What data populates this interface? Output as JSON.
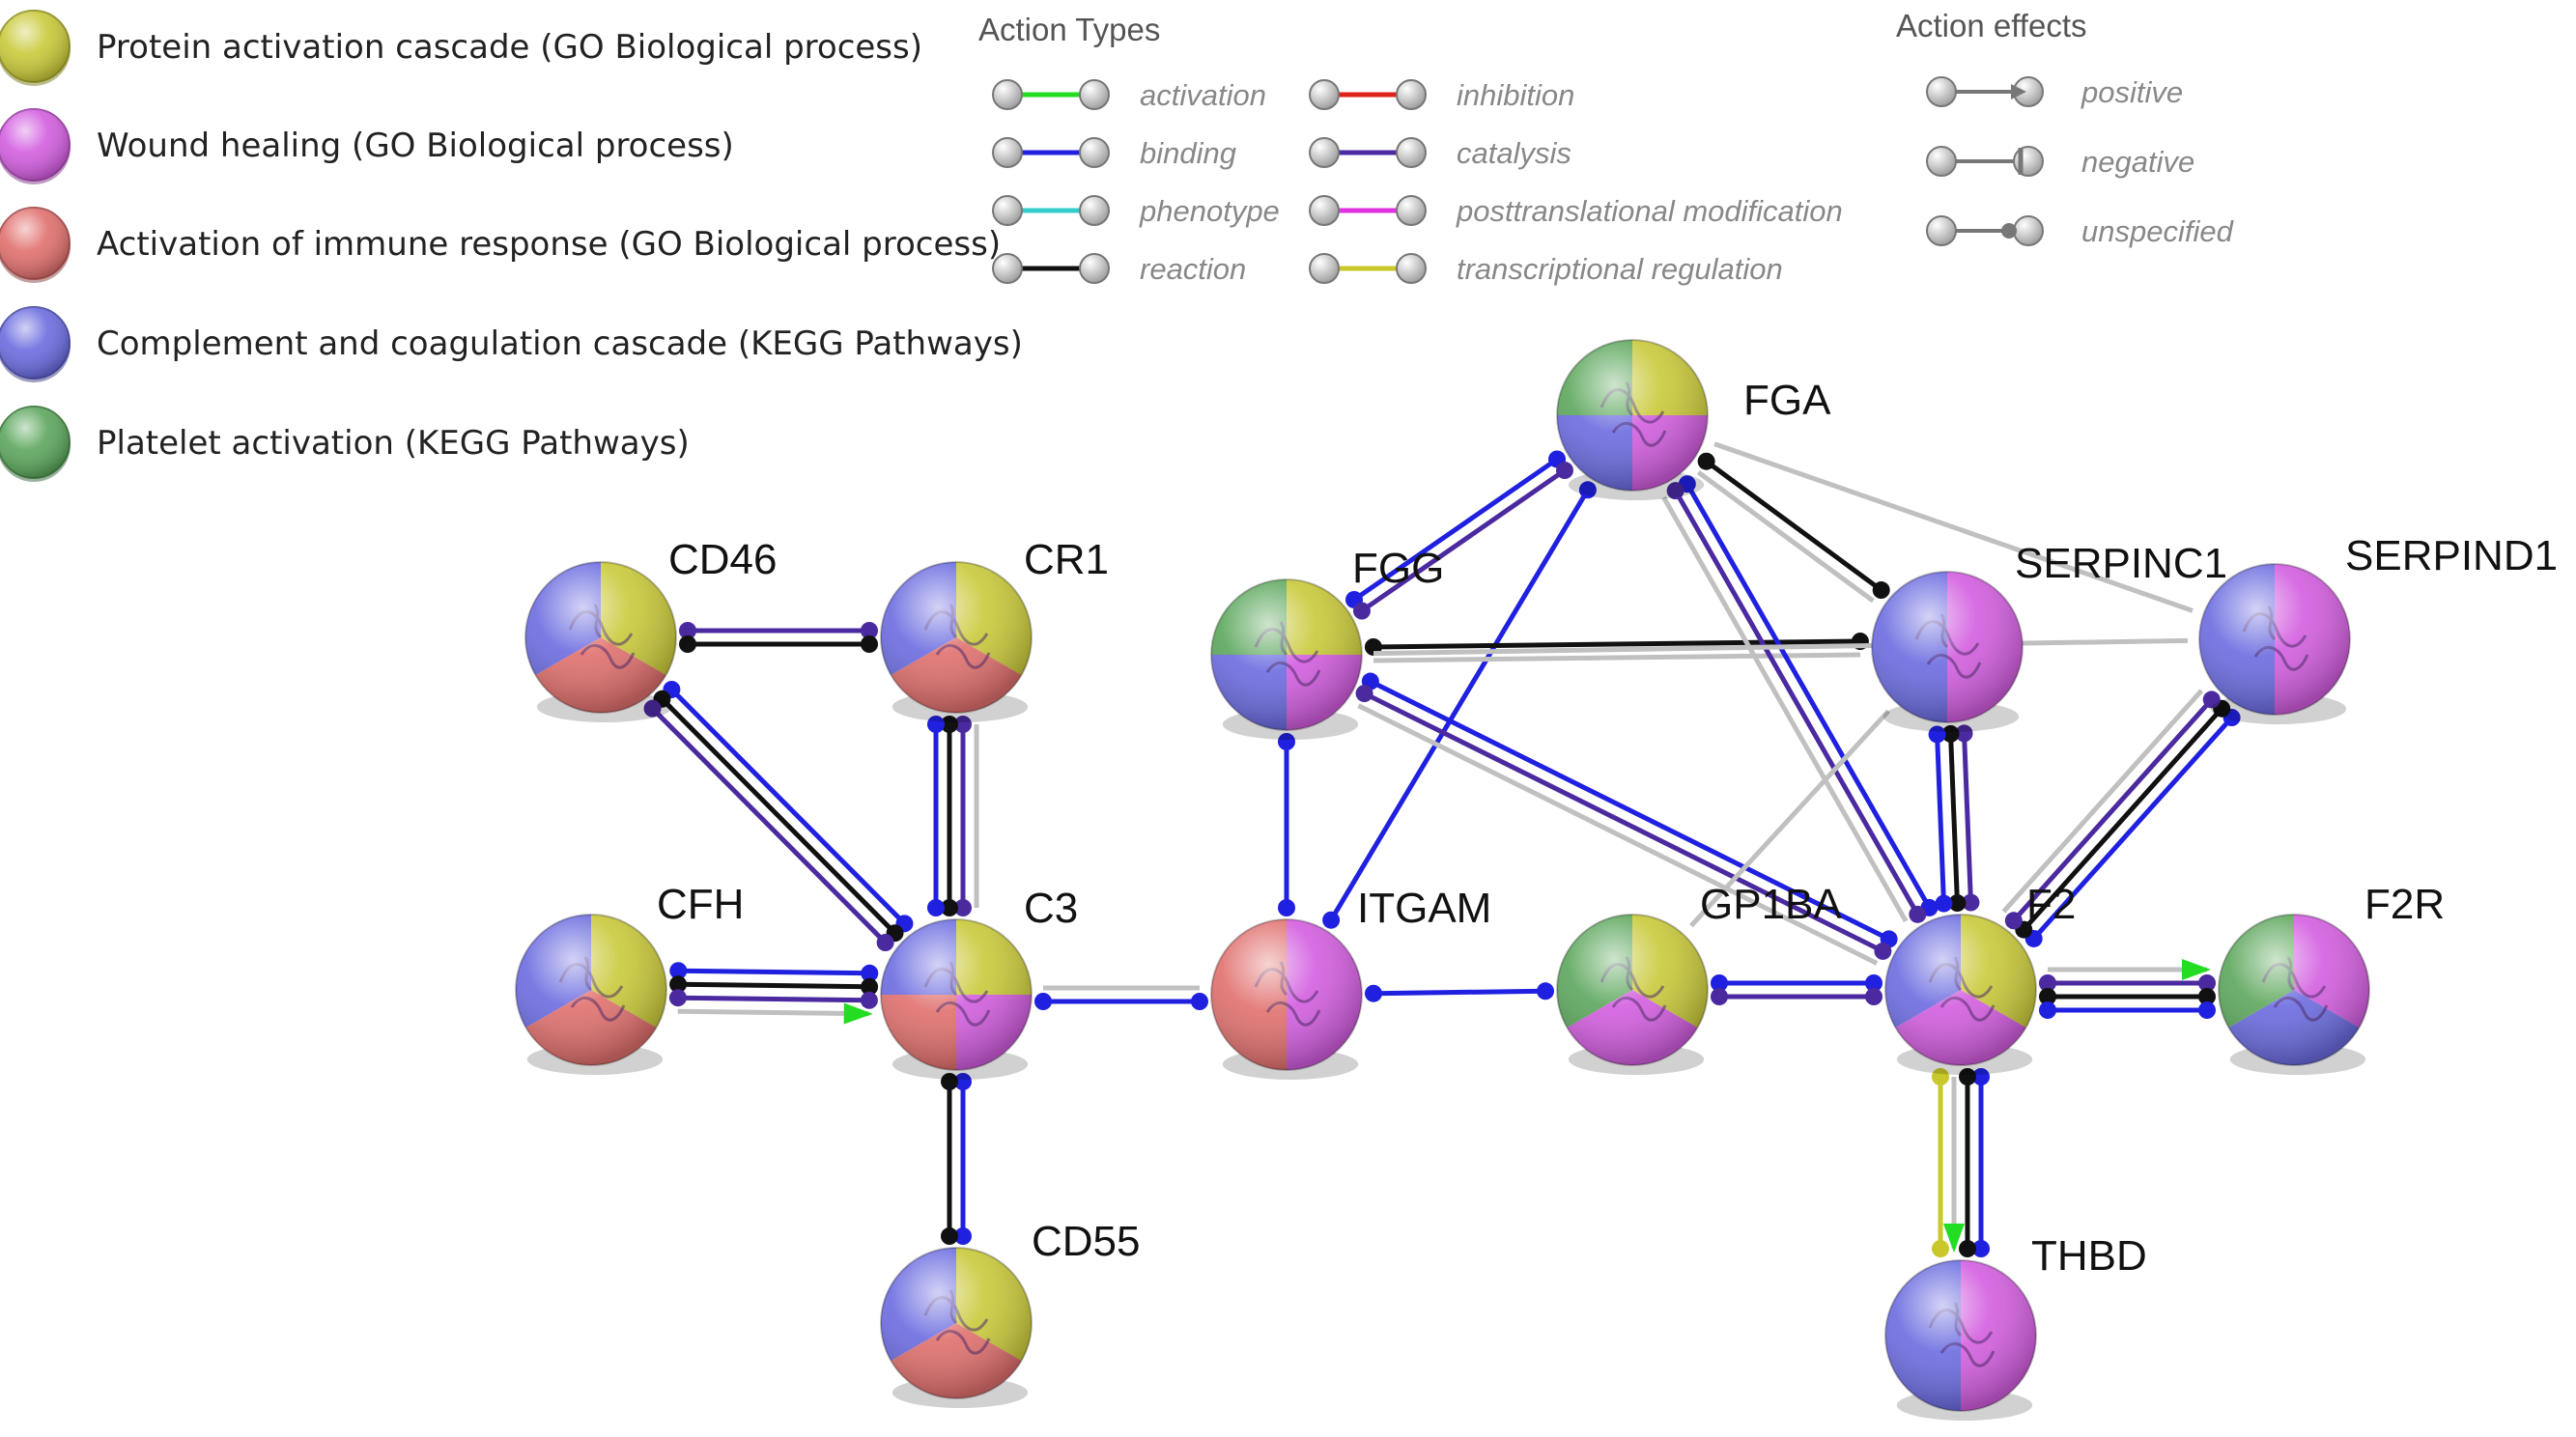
{
  "colors": {
    "yellow": "#c9c93a",
    "magenta": "#d35ee0",
    "red": "#e0706e",
    "blue": "#6b6be0",
    "green": "#5ca65c",
    "activation": "#22dd22",
    "binding": "#2020e0",
    "phenotype": "#33cccc",
    "reaction": "#111111",
    "inhibition": "#e0201a",
    "catalysis": "#4b2aa0",
    "ptm": "#e030e0",
    "transcriptional": "#c8c82a",
    "text_mining": "#c0c0c0"
  },
  "legend": {
    "terms": [
      {
        "label": "Protein activation cascade (GO Biological process)",
        "color_key": "yellow"
      },
      {
        "label": "Wound healing (GO Biological process)",
        "color_key": "magenta"
      },
      {
        "label": "Activation of immune response  (GO Biological process)",
        "color_key": "red"
      },
      {
        "label": "Complement  and coagulation cascade (KEGG Pathways)",
        "color_key": "blue"
      },
      {
        "label": "Platelet activation (KEGG Pathways)",
        "color_key": "green"
      }
    ],
    "action_types_title": "Action Types",
    "action_types": [
      {
        "label": "activation",
        "color_key": "activation"
      },
      {
        "label": "binding",
        "color_key": "binding"
      },
      {
        "label": "phenotype",
        "color_key": "phenotype"
      },
      {
        "label": "reaction",
        "color_key": "reaction"
      },
      {
        "label": "inhibition",
        "color_key": "inhibition"
      },
      {
        "label": "catalysis",
        "color_key": "catalysis"
      },
      {
        "label": "posttranslational modification",
        "color_key": "ptm"
      },
      {
        "label": "transcriptional regulation",
        "color_key": "transcriptional"
      }
    ],
    "action_effects_title": "Action effects",
    "action_effects": [
      {
        "label": "positive",
        "shape": "arrow"
      },
      {
        "label": "negative",
        "shape": "bar"
      },
      {
        "label": "unspecified",
        "shape": "dot"
      }
    ]
  },
  "nodes": [
    {
      "id": "CD46",
      "label": "CD46",
      "colors": [
        "yellow",
        "red",
        "blue"
      ]
    },
    {
      "id": "CR1",
      "label": "CR1",
      "colors": [
        "yellow",
        "red",
        "blue"
      ]
    },
    {
      "id": "CFH",
      "label": "CFH",
      "colors": [
        "yellow",
        "red",
        "blue"
      ]
    },
    {
      "id": "C3",
      "label": "C3",
      "colors": [
        "yellow",
        "magenta",
        "red",
        "blue"
      ]
    },
    {
      "id": "CD55",
      "label": "CD55",
      "colors": [
        "yellow",
        "red",
        "blue"
      ]
    },
    {
      "id": "ITGAM",
      "label": "ITGAM",
      "colors": [
        "magenta",
        "red"
      ]
    },
    {
      "id": "FGG",
      "label": "FGG",
      "colors": [
        "yellow",
        "magenta",
        "blue",
        "green"
      ]
    },
    {
      "id": "FGA",
      "label": "FGA",
      "colors": [
        "yellow",
        "magenta",
        "blue",
        "green"
      ]
    },
    {
      "id": "GP1BA",
      "label": "GP1BA",
      "colors": [
        "yellow",
        "magenta",
        "green"
      ]
    },
    {
      "id": "SERPINC1",
      "label": "SERPINC1",
      "colors": [
        "magenta",
        "blue"
      ]
    },
    {
      "id": "SERPIND1",
      "label": "SERPIND1",
      "colors": [
        "magenta",
        "blue"
      ]
    },
    {
      "id": "F2",
      "label": "F2",
      "colors": [
        "yellow",
        "magenta",
        "blue"
      ]
    },
    {
      "id": "F2R",
      "label": "F2R",
      "colors": [
        "magenta",
        "blue",
        "green"
      ]
    },
    {
      "id": "THBD",
      "label": "THBD",
      "colors": [
        "magenta",
        "blue"
      ]
    }
  ],
  "edges": [
    {
      "source": "CD46",
      "target": "CR1",
      "types": [
        "catalysis",
        "reaction"
      ]
    },
    {
      "source": "CD46",
      "target": "C3",
      "types": [
        "binding",
        "reaction",
        "catalysis"
      ]
    },
    {
      "source": "CR1",
      "target": "C3",
      "types": [
        "text_mining",
        "catalysis",
        "reaction",
        "binding"
      ]
    },
    {
      "source": "CFH",
      "target": "C3",
      "types": [
        "binding",
        "reaction",
        "catalysis",
        "text_mining"
      ],
      "effects": [
        "",
        "",
        "",
        "positive"
      ]
    },
    {
      "source": "C3",
      "target": "CD55",
      "types": [
        "binding",
        "reaction"
      ]
    },
    {
      "source": "C3",
      "target": "ITGAM",
      "types": [
        "text_mining",
        "binding"
      ]
    },
    {
      "source": "ITGAM",
      "target": "GP1BA",
      "types": [
        "binding"
      ]
    },
    {
      "source": "ITGAM",
      "target": "FGG",
      "types": [
        "binding"
      ]
    },
    {
      "source": "ITGAM",
      "target": "FGA",
      "types": [
        "binding"
      ]
    },
    {
      "source": "FGG",
      "target": "FGA",
      "types": [
        "binding",
        "catalysis"
      ]
    },
    {
      "source": "FGG",
      "target": "SERPINC1",
      "types": [
        "reaction",
        "text_mining"
      ]
    },
    {
      "source": "FGG",
      "target": "F2",
      "types": [
        "binding",
        "catalysis",
        "text_mining"
      ]
    },
    {
      "source": "FGA",
      "target": "SERPINC1",
      "types": [
        "reaction",
        "text_mining"
      ]
    },
    {
      "source": "FGA",
      "target": "SERPIND1",
      "types": [
        "text_mining"
      ]
    },
    {
      "source": "FGA",
      "target": "F2",
      "types": [
        "binding",
        "catalysis",
        "text_mining"
      ]
    },
    {
      "source": "FGG",
      "target": "SERPIND1",
      "types": [
        "text_mining"
      ]
    },
    {
      "source": "GP1BA",
      "target": "F2",
      "types": [
        "binding",
        "catalysis"
      ]
    },
    {
      "source": "GP1BA",
      "target": "SERPINC1",
      "types": [
        "text_mining"
      ]
    },
    {
      "source": "SERPINC1",
      "target": "F2",
      "types": [
        "catalysis",
        "reaction",
        "binding"
      ]
    },
    {
      "source": "SERPIND1",
      "target": "F2",
      "types": [
        "binding",
        "reaction",
        "catalysis",
        "text_mining"
      ]
    },
    {
      "source": "F2",
      "target": "F2R",
      "types": [
        "text_mining",
        "catalysis",
        "reaction",
        "binding"
      ],
      "effects": [
        "positive",
        "",
        "",
        ""
      ]
    },
    {
      "source": "F2",
      "target": "THBD",
      "types": [
        "binding",
        "reaction",
        "text_mining",
        "transcriptional"
      ],
      "effects": [
        "",
        "",
        "positive",
        ""
      ]
    }
  ]
}
